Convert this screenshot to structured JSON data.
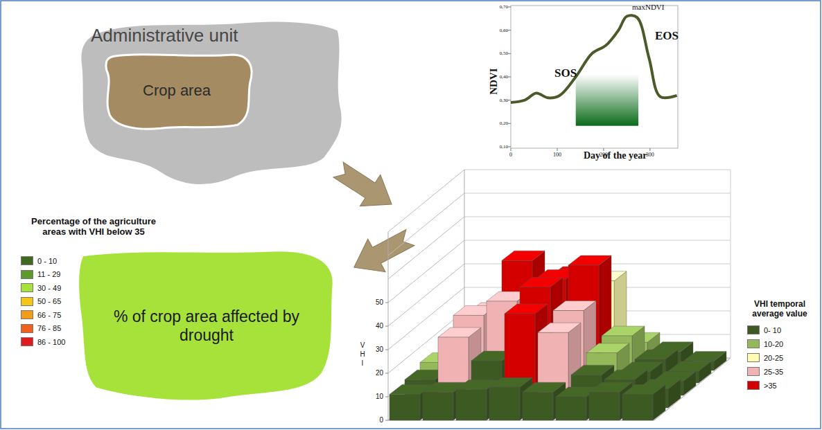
{
  "diagram": {
    "nodes": [
      {
        "text": [
          "Administrative unit"
        ]
      },
      {
        "text": [
          "Crop area"
        ],
        "in": 0
      },
      {
        "text": [
          "% of crop area affected by drought"
        ]
      }
    ],
    "labels": [
      "NDVI",
      "Day of the year",
      "SOS",
      "maxNDVI",
      "EOS",
      "0,70",
      "0,60",
      "0,50",
      "0,40",
      "0,30",
      "0,20",
      "0,10",
      "0",
      "100",
      "200",
      "300",
      "Percentage of the agriculture areas with VHI below 35",
      "VHI temporal average value",
      "0",
      "10",
      "20",
      "30",
      "40",
      "50",
      "V H I"
    ],
    "legend": [
      {
        "text": "0 - 10",
        "color": "#3f6b1f"
      },
      {
        "text": "11 - 29",
        "color": "#5e9a2a"
      },
      {
        "text": "30 - 49",
        "color": "#a6e23a"
      },
      {
        "text": "50 - 65",
        "color": "#f5c518"
      },
      {
        "text": "66 - 75",
        "color": "#f39c1a"
      },
      {
        "text": "76 - 85",
        "color": "#f0621b"
      },
      {
        "text": "86 - 100",
        "color": "#e31a1c"
      },
      {
        "text": "0- 10",
        "color": "#3d5a22"
      },
      {
        "text": "10-20",
        "color": "#94b85a"
      },
      {
        "text": "20-25",
        "color": "#fdfcb0"
      },
      {
        "text": "25-35",
        "color": "#f0b2b2"
      },
      {
        "text": ">35",
        "color": "#d40000"
      }
    ]
  }
}
